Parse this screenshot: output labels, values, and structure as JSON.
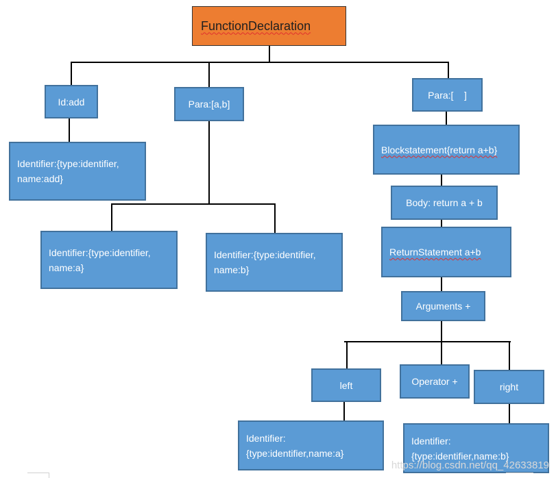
{
  "nodes": {
    "function_declaration": "FunctionDeclaration",
    "id_add": "Id:add",
    "identifier_add": "Identifier:{type:identifier, name:add}",
    "para_ab": "Para:[a,b]",
    "identifier_a": "Identifier:{type:identifier, name:a}",
    "identifier_b": "Identifier:{type:identifier, name:b}",
    "para_empty": "Para:[    ]",
    "blockstatement": "Blockstatement{return a+b}",
    "body": "Body: return a + b",
    "return_statement": "ReturnStatement a+b",
    "arguments": "Arguments +",
    "left": "left",
    "operator": "Operator +",
    "right": "right",
    "identifier_left_a": "Identifier:{type:identifier,name:a}",
    "identifier_right_b": "Identifier:{type:identifier,name:b}"
  },
  "watermark": "https://blog.csdn.net/qq_42633819",
  "colors": {
    "root_fill": "#ed7d31",
    "node_fill": "#5b9bd5",
    "node_border": "#41719c",
    "connector": "#000000"
  }
}
